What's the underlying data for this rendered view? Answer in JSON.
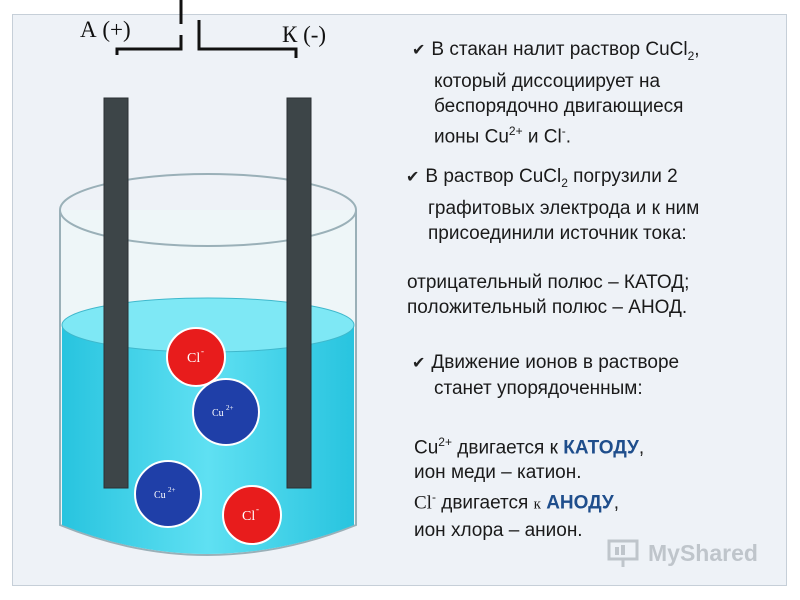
{
  "circuit": {
    "anode_label": "А (+)",
    "cathode_label": "К (-)"
  },
  "ions": [
    {
      "symbol": "Cl",
      "charge": "-",
      "color": "#e81c1c"
    },
    {
      "symbol": "Cu",
      "charge": "2+",
      "color": "#1f3fa8"
    },
    {
      "symbol": "Cu",
      "charge": "2+",
      "color": "#1f3fa8"
    },
    {
      "symbol": "Cl",
      "charge": "-",
      "color": "#e81c1c"
    }
  ],
  "block1": {
    "l1_a": "В стакан налит раствор CuCl",
    "l1_sub": "2",
    "l1_b": ",",
    "l2": "который диссоциирует на",
    "l3": "беспорядочно двигающиеся",
    "l4_a": "ионы Cu",
    "l4_sup": "2+",
    "l4_b": " и Cl",
    "l4_sup2": "-",
    "l4_c": "."
  },
  "block2": {
    "l1_a": "В раствор CuCl",
    "l1_sub": "2",
    "l1_b": " погрузили 2",
    "l2": "графитовых электрода и к ним",
    "l3": "присоединили источник тока:"
  },
  "poles": {
    "l1": "отрицательный полюс – КАТОД;",
    "l2": "положительный полюс – АНОД."
  },
  "block3": {
    "l1": "Движение ионов в растворе",
    "l2": "станет упорядоченным:"
  },
  "block4": {
    "l1_a": "Cu",
    "l1_sup": "2+",
    "l1_b": " двигается к ",
    "l1_bold": "КАТОДУ",
    "l1_c": ",",
    "l2": "ион меди – катион.",
    "l3_a": "Cl",
    "l3_sup": "-",
    "l3_b": " двигается ",
    "l3_small": "к",
    "l3_bold": "АНОДУ",
    "l3_c": ",",
    "l4": "ион хлора – анион."
  },
  "watermark": {
    "text": "MyShared"
  },
  "colors": {
    "solution": "#3fd3ea",
    "electrode": "#3d4548",
    "cation": "#1f3fa8",
    "anion": "#e81c1c"
  }
}
